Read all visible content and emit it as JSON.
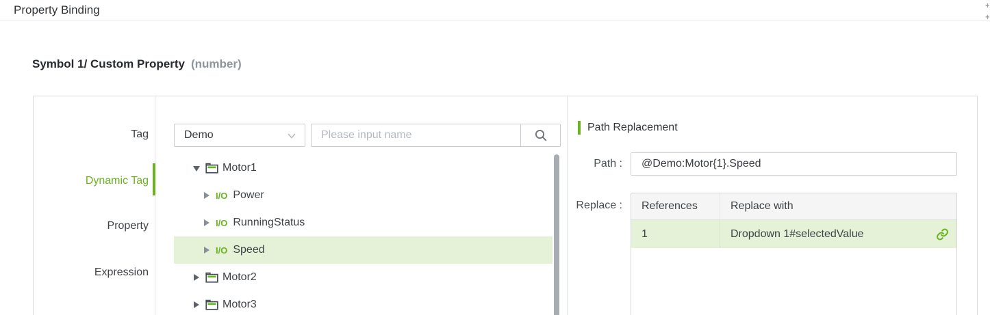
{
  "colors": {
    "accent": "#69b41e",
    "highlight": "#e5f2d8"
  },
  "titlebar": {
    "title": "Property Binding"
  },
  "heading": {
    "title": "Symbol 1/ Custom Property",
    "type_badge": "(number)"
  },
  "sidebar": {
    "items": [
      {
        "label": "Tag",
        "active": false
      },
      {
        "label": "Dynamic Tag",
        "active": true
      },
      {
        "label": "Property",
        "active": false
      },
      {
        "label": "Expression",
        "active": false
      }
    ]
  },
  "tag_browser": {
    "source_dropdown": {
      "value": "Demo"
    },
    "search": {
      "placeholder": "Please input name"
    },
    "tree": {
      "rows": [
        {
          "label": "Motor1",
          "type": "folder",
          "expanded": true,
          "selected": false
        },
        {
          "label": "Power",
          "type": "io",
          "expanded": false,
          "selected": false
        },
        {
          "label": "RunningStatus",
          "type": "io",
          "expanded": false,
          "selected": false
        },
        {
          "label": "Speed",
          "type": "io",
          "expanded": false,
          "selected": true
        },
        {
          "label": "Motor2",
          "type": "folder",
          "expanded": false,
          "selected": false
        },
        {
          "label": "Motor3",
          "type": "folder",
          "expanded": false,
          "selected": false
        }
      ],
      "io_icon_text": "I/O"
    }
  },
  "path_replacement": {
    "section_title": "Path Replacement",
    "path_label": "Path :",
    "path_value": "@Demo:Motor{1}.Speed",
    "replace_label": "Replace :",
    "table": {
      "headers": [
        "References",
        "Replace with"
      ],
      "rows": [
        {
          "reference": "1",
          "replace_with": "Dropdown 1#selectedValue"
        }
      ]
    }
  }
}
